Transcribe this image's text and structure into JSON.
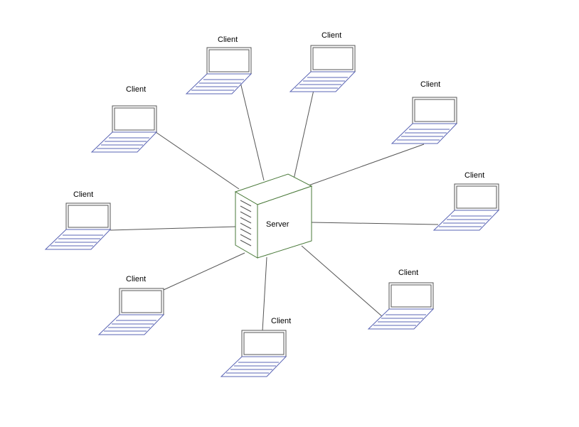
{
  "server": {
    "label": "Server",
    "outline_color": "#4a7a3a",
    "icon": "server-tower-icon"
  },
  "clients": [
    {
      "label": "Client",
      "icon": "laptop-icon"
    },
    {
      "label": "Client",
      "icon": "laptop-icon"
    },
    {
      "label": "Client",
      "icon": "laptop-icon"
    },
    {
      "label": "Client",
      "icon": "laptop-icon"
    },
    {
      "label": "Client",
      "icon": "laptop-icon"
    },
    {
      "label": "Client",
      "icon": "laptop-icon"
    },
    {
      "label": "Client",
      "icon": "laptop-icon"
    },
    {
      "label": "Client",
      "icon": "laptop-icon"
    },
    {
      "label": "Client",
      "icon": "laptop-icon"
    }
  ],
  "colors": {
    "laptop_screen": "#555555",
    "laptop_keyboard": "#5a64b4",
    "connector": "#555555"
  }
}
